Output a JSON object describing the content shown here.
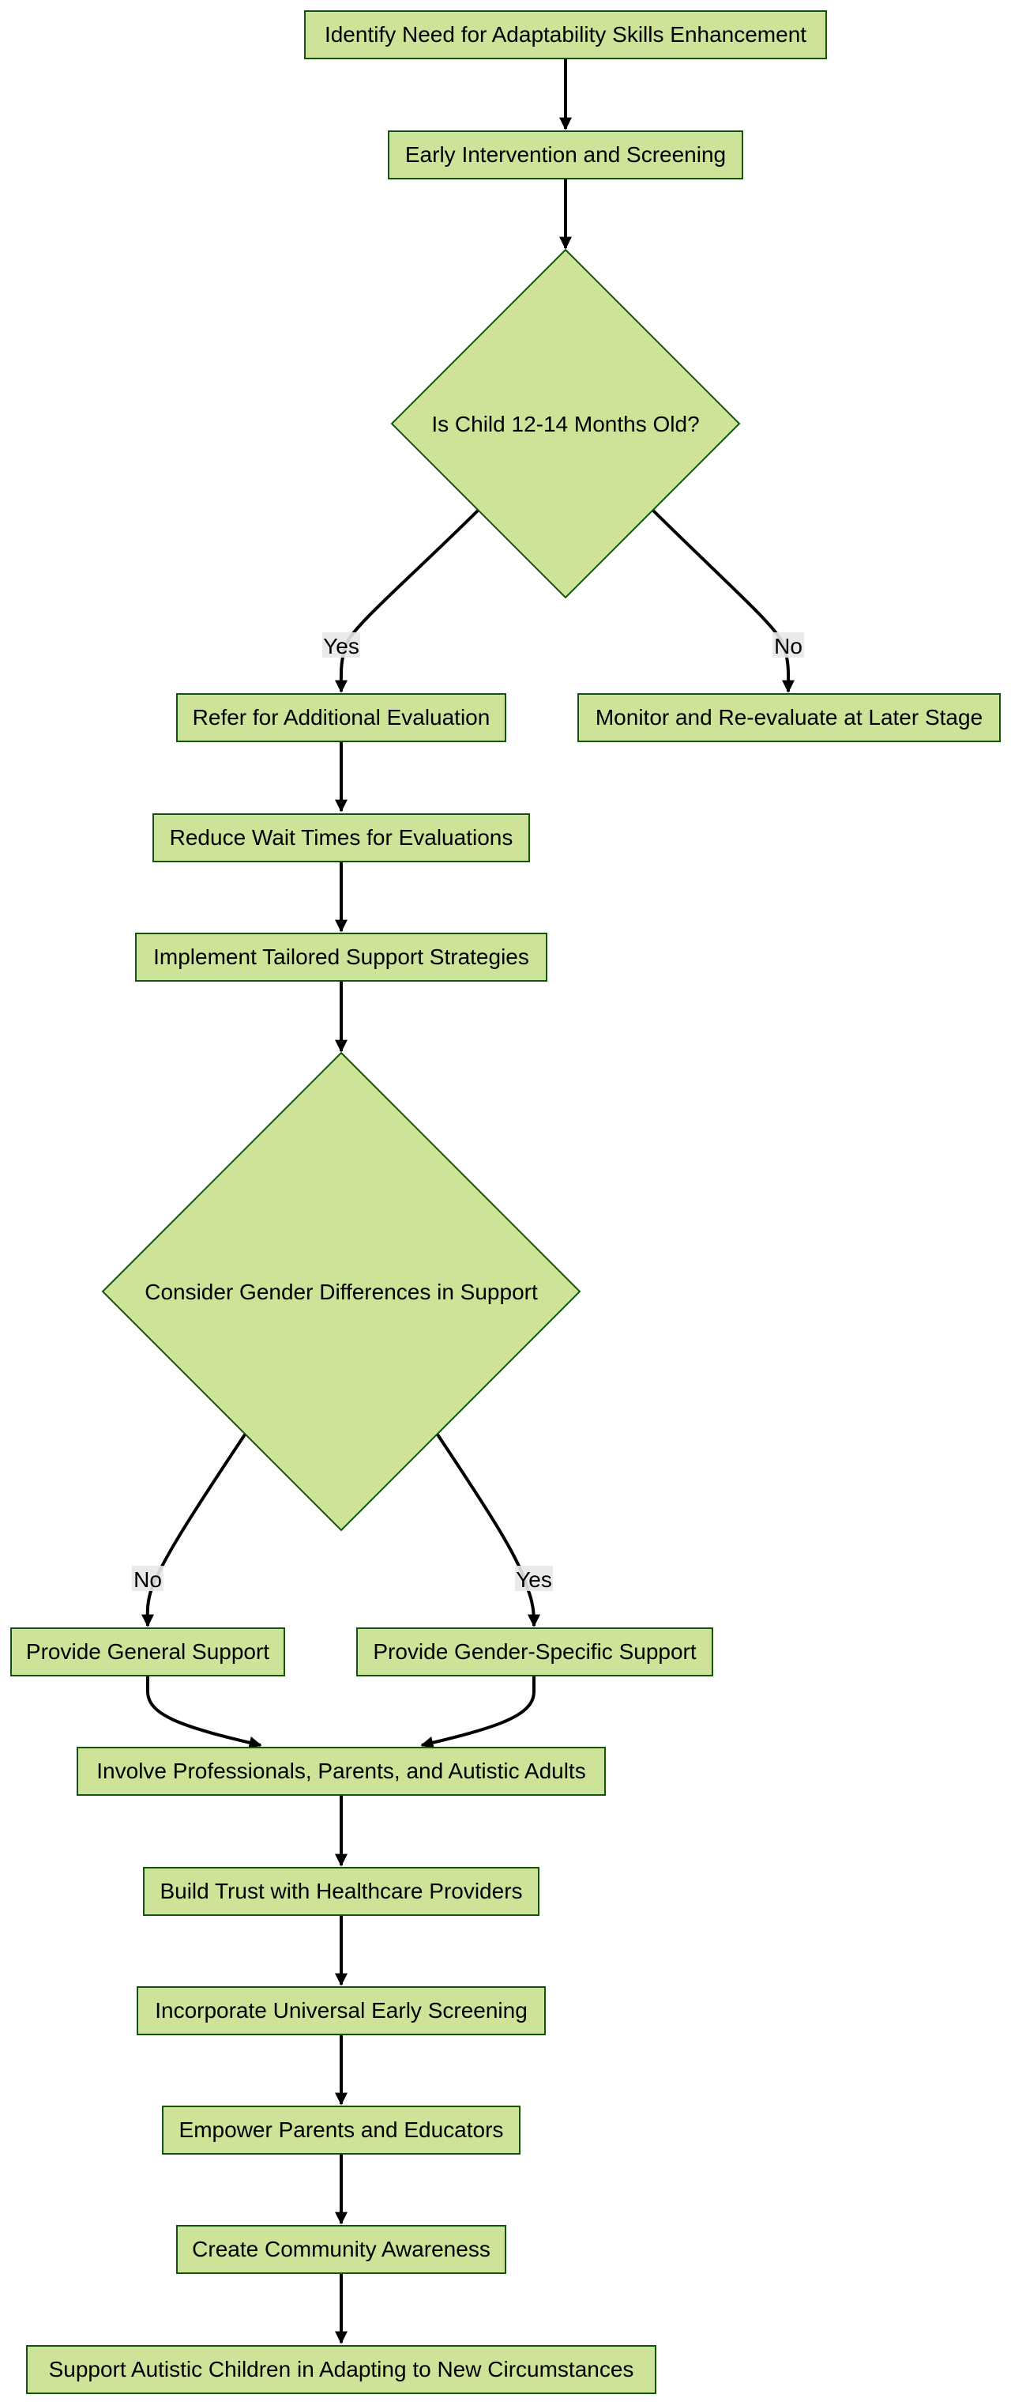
{
  "diagram": {
    "nodes": {
      "identify": "Identify Need for Adaptability Skills Enhancement",
      "early": "Early Intervention and Screening",
      "age_q": "Is Child 12-14 Months Old?",
      "refer": "Refer for Additional Evaluation",
      "monitor": "Monitor and Re-evaluate at Later Stage",
      "reduce": "Reduce Wait Times for Evaluations",
      "implement": "Implement Tailored Support Strategies",
      "gender_q": "Consider Gender Differences in Support",
      "general": "Provide General Support",
      "gender_specific": "Provide Gender-Specific Support",
      "involve": "Involve Professionals, Parents, and Autistic Adults",
      "trust": "Build Trust with Healthcare Providers",
      "universal": "Incorporate Universal Early Screening",
      "empower": "Empower Parents and Educators",
      "community": "Create Community Awareness",
      "support": "Support Autistic Children in Adapting to New Circumstances"
    },
    "edge_labels": {
      "age_yes": "Yes",
      "age_no": "No",
      "gender_no": "No",
      "gender_yes": "Yes"
    },
    "colors": {
      "node_fill": "#cde498",
      "node_stroke": "#13540c",
      "edge": "#000000"
    }
  }
}
